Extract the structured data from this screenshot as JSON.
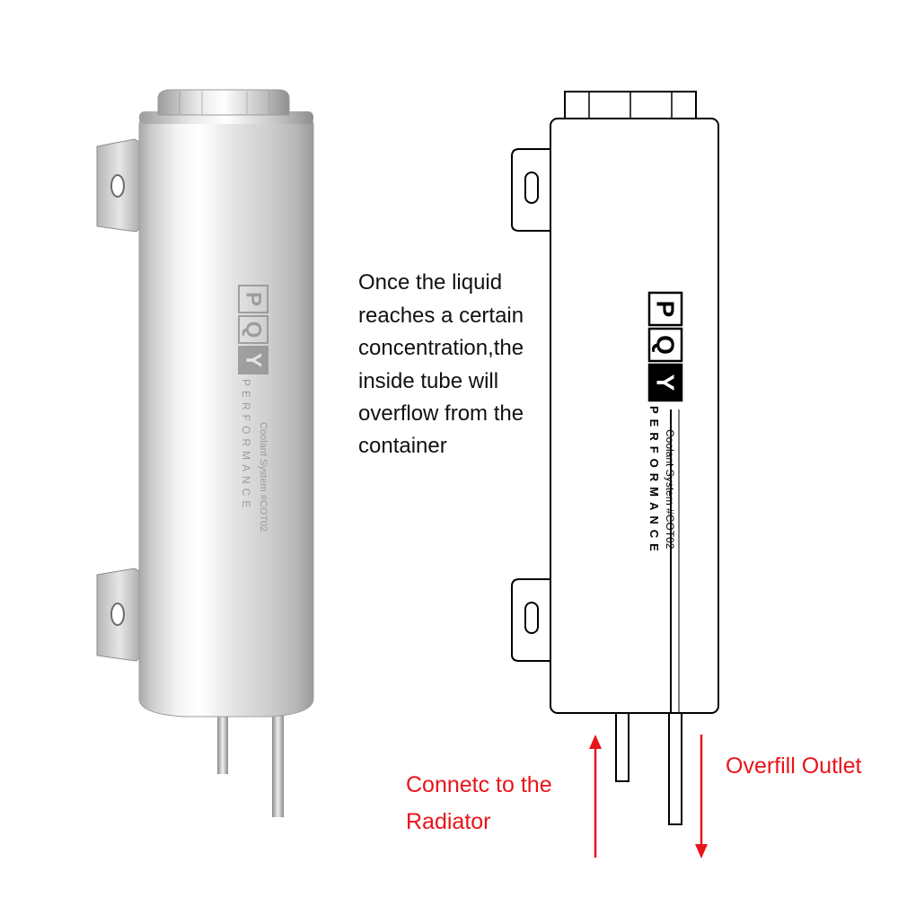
{
  "product_photo": {
    "logo_letters": [
      "P",
      "Q",
      "Y"
    ],
    "logo_subtitle": "PERFORMANCE",
    "engraving": "Coolant System #COT02"
  },
  "diagram": {
    "logo_letters": [
      "P",
      "Q",
      "Y"
    ],
    "logo_subtitle": "PERFORMANCE",
    "engraving": "Coolant System #COT02"
  },
  "description": {
    "lines": [
      "Once the liquid",
      "reaches a certain",
      "concentration,the",
      "inside tube will",
      "overflow from the",
      "container"
    ]
  },
  "labels": {
    "inlet_line1": "Connetc to the",
    "inlet_line2": "Radiator",
    "outlet": "Overfill Outlet"
  },
  "colors": {
    "label_red": "#e8141a",
    "line_black": "#000000"
  }
}
